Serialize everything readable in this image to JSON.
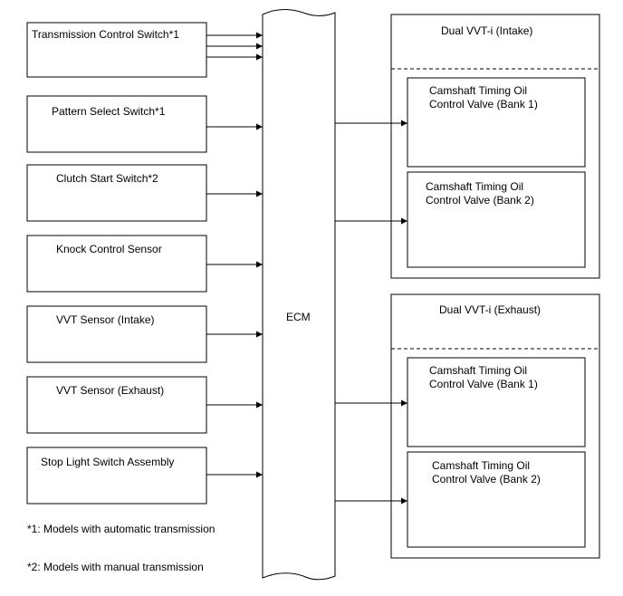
{
  "inputs": [
    {
      "label": "Transmission Control Switch*1"
    },
    {
      "label": "Pattern Select Switch*1"
    },
    {
      "label": "Clutch Start Switch*2"
    },
    {
      "label": "Knock Control Sensor"
    },
    {
      "label": "VVT Sensor (Intake)"
    },
    {
      "label": "VVT Sensor (Exhaust)"
    },
    {
      "label": "Stop Light Switch Assembly"
    }
  ],
  "ecm": {
    "label": "ECM"
  },
  "outputs": [
    {
      "title": "Dual VVT-i (Intake)",
      "valves": [
        {
          "line1": "Camshaft Timing Oil",
          "line2": "Control Valve (Bank 1)"
        },
        {
          "line1": "Camshaft Timing Oil",
          "line2": "Control Valve (Bank 2)"
        }
      ]
    },
    {
      "title": "Dual VVT-i (Exhaust)",
      "valves": [
        {
          "line1": "Camshaft Timing Oil",
          "line2": "Control Valve (Bank 1)"
        },
        {
          "line1": "Camshaft Timing Oil",
          "line2": "Control Valve (Bank 2)"
        }
      ]
    }
  ],
  "notes": [
    "*1: Models with automatic transmission",
    "*2: Models with manual transmission"
  ]
}
